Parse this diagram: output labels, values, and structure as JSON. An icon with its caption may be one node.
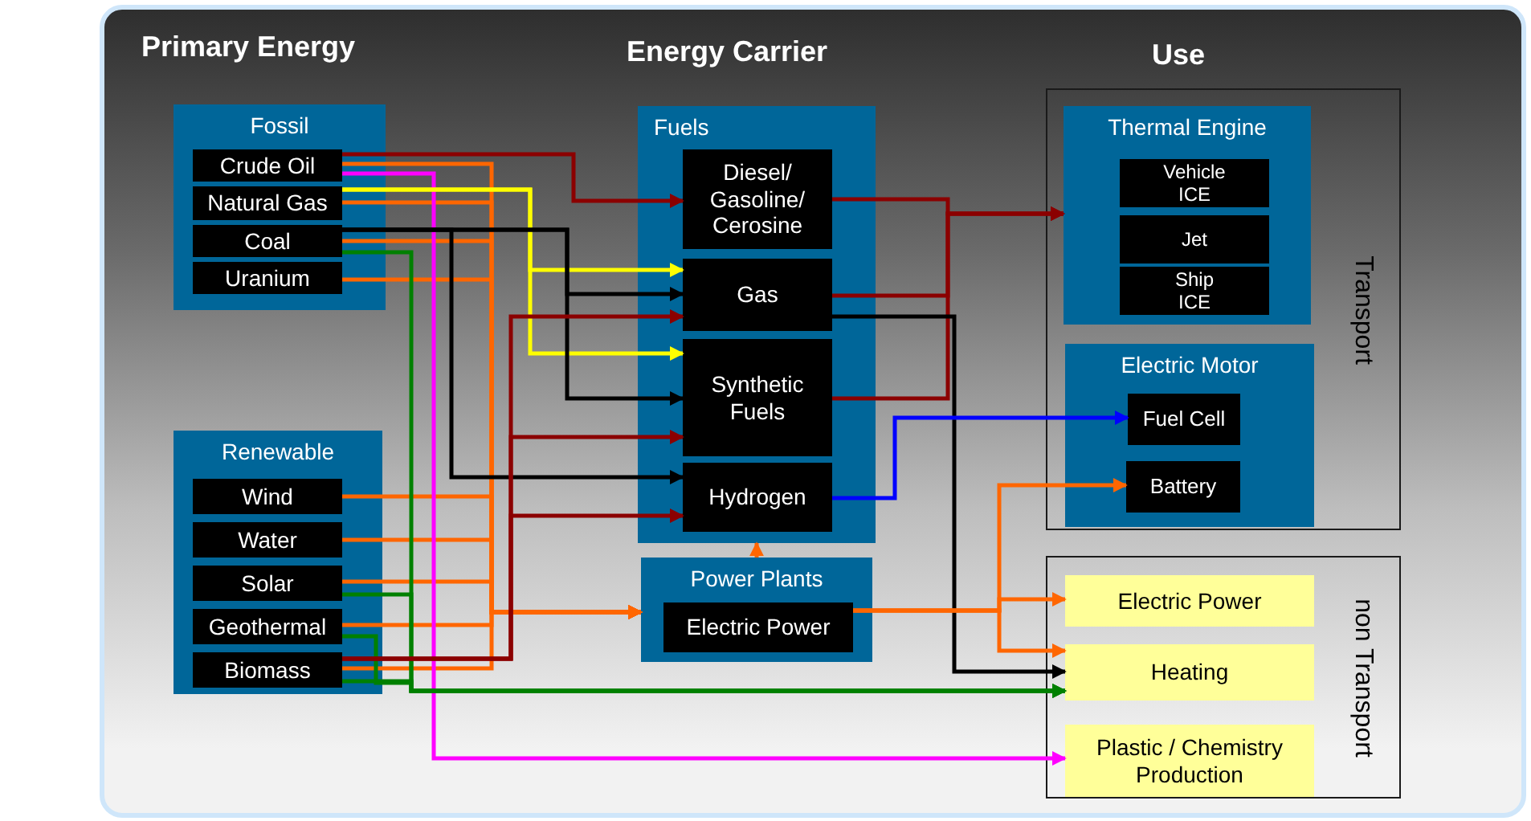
{
  "diagram": {
    "nodes": [
      {
        "text": [
          "Fossil"
        ]
      },
      {
        "text": [
          "Crude Oil"
        ],
        "in": 0
      },
      {
        "text": [
          "Natural Gas"
        ],
        "in": 0
      },
      {
        "text": [
          "Coal"
        ],
        "in": 0
      },
      {
        "text": [
          "Uranium"
        ],
        "in": 0
      },
      {
        "text": [
          "Renewable"
        ]
      },
      {
        "text": [
          "Wind"
        ],
        "in": 5
      },
      {
        "text": [
          "Water"
        ],
        "in": 5
      },
      {
        "text": [
          "Solar"
        ],
        "in": 5
      },
      {
        "text": [
          "Geothermal"
        ],
        "in": 5
      },
      {
        "text": [
          "Biomass"
        ],
        "in": 5
      },
      {
        "text": [
          "Fuels"
        ]
      },
      {
        "text": [
          "Diesel/ Gasoline/ Cerosine"
        ],
        "in": 11
      },
      {
        "text": [
          "Gas"
        ],
        "in": 11
      },
      {
        "text": [
          "Synthetic Fuels"
        ],
        "in": 11
      },
      {
        "text": [
          "Hydrogen"
        ],
        "in": 11
      },
      {
        "text": [
          "Power Plants"
        ]
      },
      {
        "text": [
          "Electric Power"
        ],
        "in": 16
      },
      {
        "text": [
          "Transport"
        ]
      },
      {
        "text": [
          "Thermal Engine"
        ],
        "in": 18
      },
      {
        "text": [
          "Vehicle ICE"
        ],
        "in": 19
      },
      {
        "text": [
          "Jet"
        ],
        "in": 19
      },
      {
        "text": [
          "Ship ICE"
        ],
        "in": 19
      },
      {
        "text": [
          "Electric Motor"
        ],
        "in": 18
      },
      {
        "text": [
          "Fuel Cell"
        ],
        "in": 23
      },
      {
        "text": [
          "Battery"
        ],
        "in": 23
      },
      {
        "text": [
          "non Transport"
        ]
      },
      {
        "text": [
          "Electric Power"
        ],
        "in": 26
      },
      {
        "text": [
          "Heating"
        ],
        "in": 26
      },
      {
        "text": [
          "Plastic / Chemistry Production"
        ],
        "in": 26
      }
    ],
    "edges": [
      {
        "from": 1,
        "to": 12,
        "arrow": "to",
        "color": "#8b0000"
      },
      {
        "from": 1,
        "to": 16,
        "arrow": "to"
      },
      {
        "from": 2,
        "to": 16,
        "arrow": "to"
      },
      {
        "from": 3,
        "to": 16,
        "arrow": "to"
      },
      {
        "from": 4,
        "to": 16,
        "arrow": "to"
      },
      {
        "from": 6,
        "to": 16,
        "arrow": "to"
      },
      {
        "from": 7,
        "to": 16,
        "arrow": "to"
      },
      {
        "from": 8,
        "to": 16,
        "arrow": "to"
      },
      {
        "from": 9,
        "to": 16,
        "arrow": "to"
      },
      {
        "from": 10,
        "to": 16,
        "arrow": "to"
      },
      {
        "from": 1,
        "to": 29,
        "arrow": "to",
        "color": "#ff00ff"
      },
      {
        "from": 2,
        "to": 13,
        "arrow": "to",
        "color": "#ffff00"
      },
      {
        "from": 2,
        "to": 14,
        "arrow": "to",
        "color": "#ffff00"
      },
      {
        "from": 3,
        "to": 13,
        "arrow": "to",
        "color": "#000000"
      },
      {
        "from": 3,
        "to": 14,
        "arrow": "to",
        "color": "#000000"
      },
      {
        "from": 3,
        "to": 15,
        "arrow": "to",
        "color": "#000000"
      },
      {
        "from": 3,
        "to": 28,
        "arrow": "to",
        "color": "#008000"
      },
      {
        "from": 8,
        "to": 28,
        "arrow": "to",
        "color": "#008000"
      },
      {
        "from": 9,
        "to": 28,
        "arrow": "to",
        "color": "#008000"
      },
      {
        "from": 10,
        "to": 28,
        "arrow": "to",
        "color": "#008000"
      },
      {
        "from": 10,
        "to": 13,
        "arrow": "to",
        "color": "#8b0000"
      },
      {
        "from": 10,
        "to": 14,
        "arrow": "to",
        "color": "#8b0000"
      },
      {
        "from": 10,
        "to": 15,
        "arrow": "to",
        "color": "#8b0000"
      },
      {
        "from": 12,
        "to": 19,
        "arrow": "to",
        "color": "#8b0000"
      },
      {
        "from": 13,
        "to": 19,
        "arrow": "to",
        "color": "#8b0000"
      },
      {
        "from": 14,
        "to": 19,
        "arrow": "to",
        "color": "#8b0000"
      },
      {
        "from": 13,
        "to": 28,
        "arrow": "to",
        "color": "#000000"
      },
      {
        "from": 15,
        "to": 24,
        "arrow": "to",
        "color": "#0000ff"
      },
      {
        "from": 17,
        "to": 25,
        "arrow": "to"
      },
      {
        "from": 17,
        "to": 27,
        "arrow": "to"
      },
      {
        "from": 17,
        "to": 28,
        "arrow": "to"
      },
      {
        "from": 16,
        "to": 11,
        "arrow": "to"
      }
    ],
    "labels": [
      "Primary Energy",
      "Energy Carrier",
      "Use"
    ]
  }
}
